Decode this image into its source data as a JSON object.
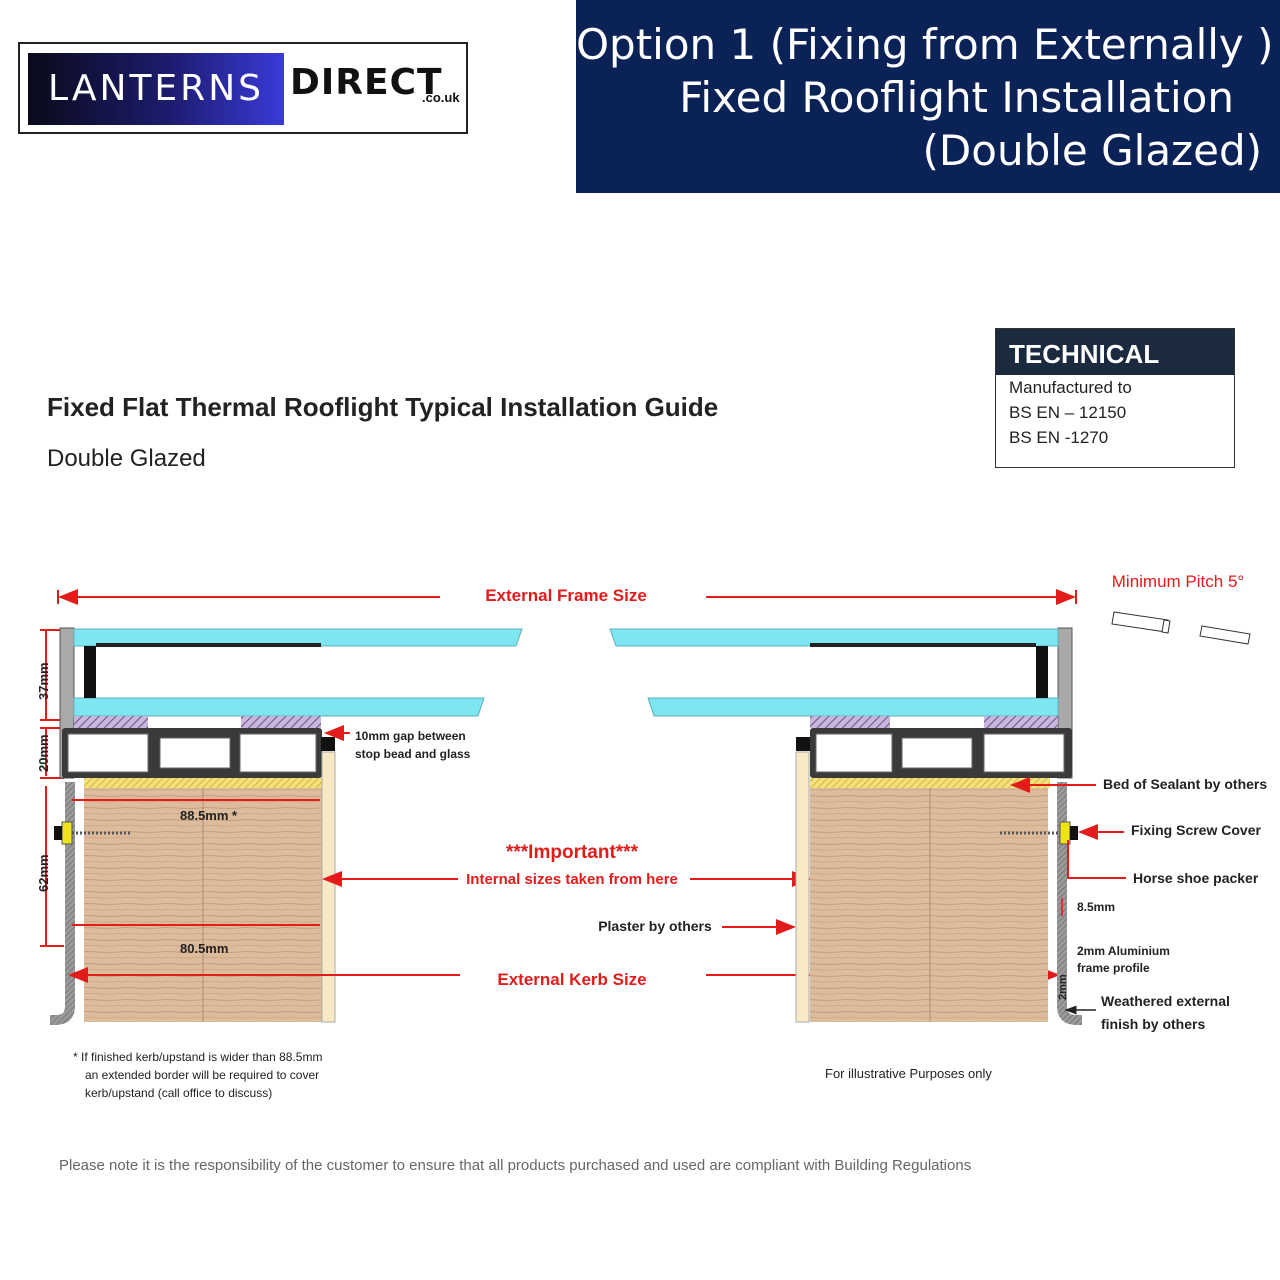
{
  "logo": {
    "left_text": "LANTERNS",
    "right_text": "DIRECT",
    "tld": ".co.uk"
  },
  "banner": {
    "line1": "Option 1 (Fixing from Externally )",
    "line2": "Fixed Rooflight Installation",
    "line3": "(Double Glazed)"
  },
  "heading": {
    "title": "Fixed Flat Thermal Rooflight Typical Installation Guide",
    "subtitle": "Double Glazed"
  },
  "technical": {
    "header": "TECHNICAL",
    "lines": [
      "Manufactured to",
      "BS EN – 12150",
      "BS EN -1270"
    ]
  },
  "diagram": {
    "external_frame_size": "External Frame Size",
    "minimum_pitch": "Minimum Pitch 5°",
    "dim_37": "37mm",
    "dim_20": "20mm",
    "dim_62": "62mm",
    "gap_note_1": "10mm gap between",
    "gap_note_2": "stop bead and glass",
    "dim_88": "88.5mm  *",
    "dim_80": "80.5mm",
    "important": "***Important***",
    "internal_sizes": "Internal sizes taken from here",
    "plaster": "Plaster by others",
    "external_kerb_size": "External Kerb Size",
    "bed_sealant": "Bed of Sealant by others",
    "fixing_screw_cover": "Fixing Screw Cover",
    "horse_shoe_packer": "Horse shoe packer",
    "dim_8_5": "8.5mm",
    "alu_1": "2mm Aluminium",
    "alu_2": "frame profile",
    "dim_2": "2mm",
    "weathered_1": "Weathered external",
    "weathered_2": "finish by others",
    "footnote_1": "* If finished kerb/upstand is wider than 88.5mm",
    "footnote_2": "an extended border will be required to cover",
    "footnote_3": "kerb/upstand (call office to discuss)",
    "illustrative": "For illustrative Purposes only"
  },
  "footer_note": "Please note it is the responsibility of the customer to ensure that all products purchased and used are compliant with Building Regulations",
  "colors": {
    "banner": "#0b2257",
    "annotation_red": "#e21b1b",
    "glass": "#7ee6f0",
    "timber": "#d9b898",
    "frame": "#3a3a3a"
  }
}
